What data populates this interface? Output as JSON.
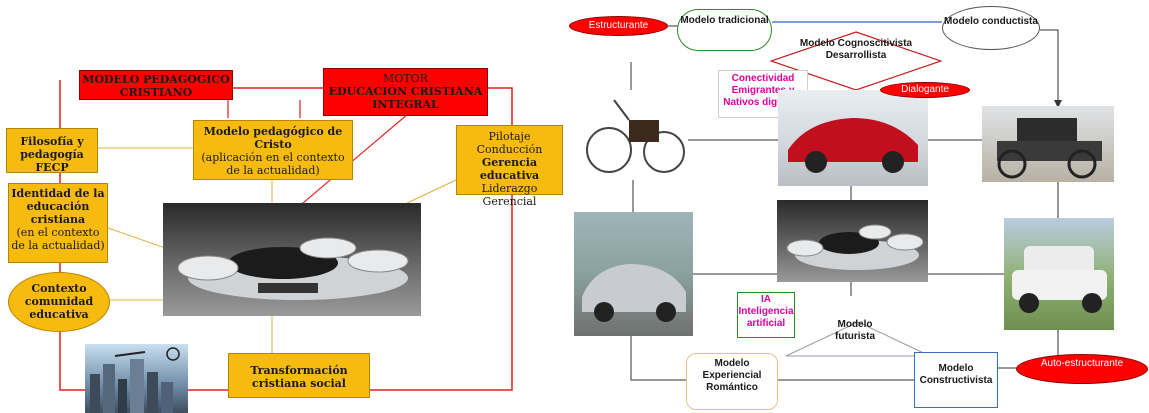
{
  "left": {
    "title": "MODELO PEDAGOGICO CRISTIANO",
    "motor": {
      "line1": "MOTOR",
      "line2": "EDUCACIÓN CRISTIANA INTEGRAL"
    },
    "filosofia": "Filosofía y pedagogía FECP",
    "modelo_cristo": {
      "title": "Modelo pedagógico de Cristo",
      "sub": "(aplicación en el contexto de la actualidad)"
    },
    "pilotaje": {
      "l1": "Pilotaje",
      "l2": "Conducción",
      "l3": "Gerencia educativa",
      "l4": "Liderazgo Gerencial"
    },
    "identidad": {
      "title": "Identidad de la educación cristiana",
      "sub": "(en el contexto de la actualidad)"
    },
    "contexto": "Contexto comunidad educativa",
    "transformacion": "Transformación cristiana social"
  },
  "right": {
    "estructurante": "Estructurante",
    "tradicional": "Modelo tradicional",
    "conductista": "Modelo conductista",
    "cognoscitivista": "Modelo Cognoscitivista Desarrollista",
    "conectividad": "Conectividad Emigrantes y Nativos digitales",
    "dialogante": "Dialogante",
    "ia": "IA Inteligencia artificial",
    "futurista": "Modelo futurista",
    "auto": "Auto-estructurante",
    "experiencial": "Modelo Experiencial Romántico",
    "constructivista": "Modelo Constructivista"
  },
  "colors": {
    "gold": "#f7bb10",
    "red": "#ff0000",
    "dark_line": "#333333",
    "magenta": "#e0009c"
  }
}
